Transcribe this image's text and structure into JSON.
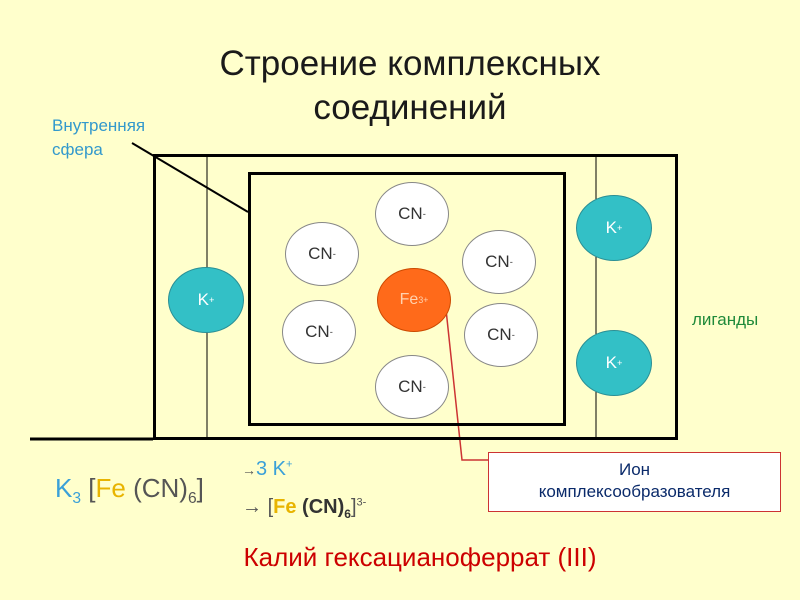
{
  "title": {
    "line1": "Строение комплексных",
    "line2": "соединений"
  },
  "inner_sphere_label": {
    "line1": "Внутренняя",
    "line2": "сфера"
  },
  "ligand": {
    "text": "CN",
    "charge": "-"
  },
  "central_ion": {
    "text": "Fe",
    "charge": "3+"
  },
  "outer_ion": {
    "text": "K",
    "charge": "+"
  },
  "ligands_label": "лиганды",
  "ion_box": {
    "line1": "Ион",
    "line2": "комплексообразователя"
  },
  "formula": {
    "k": "K",
    "k_sub": "3",
    "open": "[",
    "fe": "Fe",
    "cn": "(CN)",
    "cn_sub": "6",
    "close": "]"
  },
  "products": {
    "arrow": "→",
    "line1_text": "3 K",
    "line1_charge": "+",
    "open": "[",
    "fe": "Fe",
    "cn": "(CN)",
    "cn_sub": "6",
    "close": "]",
    "charge": "3-"
  },
  "compound_name": "Калий гексацианоферрат (III)",
  "colors": {
    "background": "#ffffcc",
    "ligand_fill": "#ffffff",
    "outer_ion_fill": "#33c0c6",
    "central_ion_fill": "#ff6a1a",
    "accent_red": "#cc0000",
    "label_blue": "#3399cc",
    "ligands_green": "#1f8a3a"
  }
}
